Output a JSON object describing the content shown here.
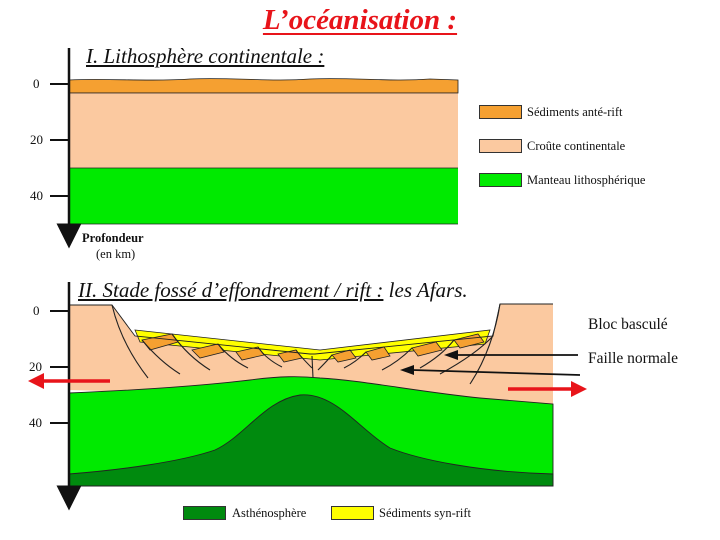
{
  "title": "L’océanisation :",
  "section1": {
    "title": "I. Lithosphère continentale :",
    "ticks": [
      "0",
      "20",
      "40"
    ],
    "axis_label": "Profondeur",
    "axis_unit": "(en km)",
    "legend": [
      {
        "label": "Sédiments anté-rift",
        "color": "#f5a031"
      },
      {
        "label": "Croûte continentale",
        "color": "#fbc9a0"
      },
      {
        "label": "Manteau lithosphérique",
        "color": "#00ea00"
      }
    ]
  },
  "section2": {
    "title_underlined": "II. Stade fossé d’effondrement / rift :",
    "title_rest": " les Afars.",
    "ticks": [
      "0",
      "20",
      "40"
    ],
    "annotations": [
      "Bloc basculé",
      "Faille normale"
    ],
    "legend": [
      {
        "label": "Asthénosphère",
        "color": "#008a0e"
      },
      {
        "label": "Sédiments syn-rift",
        "color": "#ffff00"
      }
    ]
  },
  "colors": {
    "title": "#e8141a",
    "arrow": "#e8141a",
    "sediment_pre": "#f5a031",
    "crust": "#fbc9a0",
    "mantle": "#00ea00",
    "asthenosphere": "#008a0e",
    "sediment_syn": "#ffff00"
  }
}
